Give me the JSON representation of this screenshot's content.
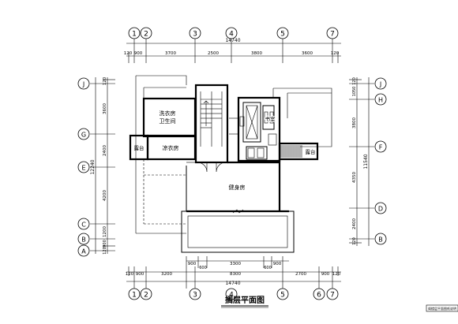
{
  "title": "搁层平面图",
  "stamp_text": "阁楼层平面图纸说明",
  "rooms": {
    "laundry": "洗衣房",
    "bathroom": "卫生间",
    "terrace_left": "露台",
    "drying_room": "凉衣房",
    "study": "书室",
    "terrace_right": "露台",
    "gym": "健身房"
  },
  "top_axes": [
    "1",
    "2",
    "3",
    "4",
    "5",
    "7"
  ],
  "bottom_axes": [
    "1",
    "2",
    "3",
    "4",
    "5",
    "6",
    "7"
  ],
  "left_axes": [
    "J",
    "G",
    "E",
    "C",
    "B",
    "A"
  ],
  "right_axes": [
    "J",
    "H",
    "F",
    "D",
    "B"
  ],
  "top_dims": {
    "total": "14740",
    "segments": [
      "120",
      "900",
      "3700",
      "2500",
      "3800",
      "3600",
      "120"
    ]
  },
  "bottom_dims": {
    "total": "14740",
    "segments": [
      "120",
      "900",
      "3200",
      "8300",
      "2700",
      "900",
      "120"
    ],
    "sub_segments": [
      "900",
      "600",
      "3300",
      "600",
      "900"
    ]
  },
  "left_dims": {
    "total": "12240",
    "segments": [
      "120",
      "3600",
      "2400",
      "4200",
      "1200",
      "900",
      "120"
    ]
  },
  "right_dims": {
    "total": "11540",
    "segments": [
      "120",
      "1050",
      "3800",
      "4350",
      "2400",
      "120"
    ]
  }
}
